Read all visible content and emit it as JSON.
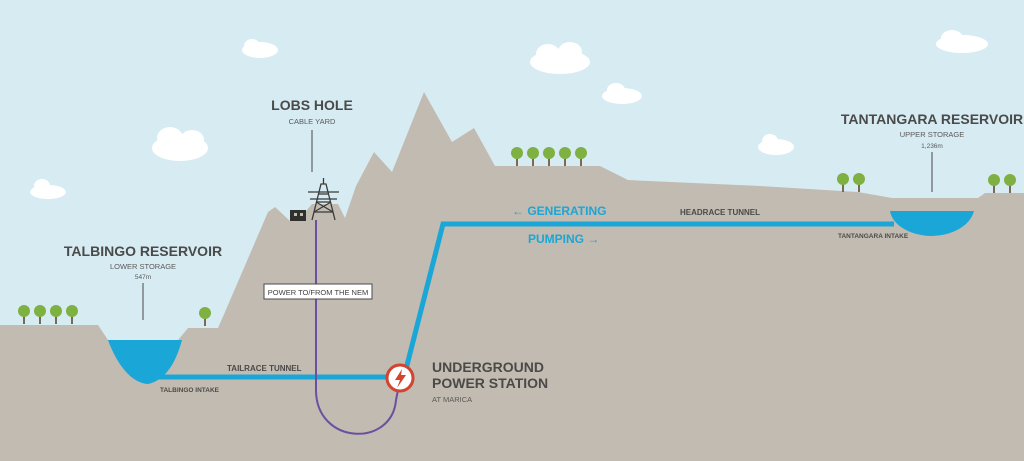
{
  "colors": {
    "sky": "#d7ebf3",
    "ground": "#c2bbb1",
    "water": "#1aa6d6",
    "tunnel": "#1aa6d6",
    "cable": "#6b4fa0",
    "tree": "#7fb142",
    "trunk": "#7a6a55",
    "text": "#4a4a49",
    "station_ring": "#d2442f"
  },
  "talbingo": {
    "name": "TALBINGO RESERVOIR",
    "role": "LOWER STORAGE",
    "elevation": "547m",
    "intake": "TALBINGO INTAKE"
  },
  "tantangara": {
    "name": "TANTANGARA RESERVOIR",
    "role": "UPPER STORAGE",
    "elevation": "1,236m",
    "intake": "TANTANGARA INTAKE"
  },
  "lobs_hole": {
    "name": "LOBS HOLE",
    "sub": "CABLE YARD"
  },
  "station": {
    "line1": "UNDERGROUND",
    "line2": "POWER STATION",
    "sub": "AT MARICA"
  },
  "tunnels": {
    "tailrace": "TAILRACE TUNNEL",
    "headrace": "HEADRACE TUNNEL"
  },
  "flow": {
    "generating": "← GENERATING",
    "pumping": "PUMPING →"
  },
  "nem_label": "POWER TO/FROM THE NEM"
}
